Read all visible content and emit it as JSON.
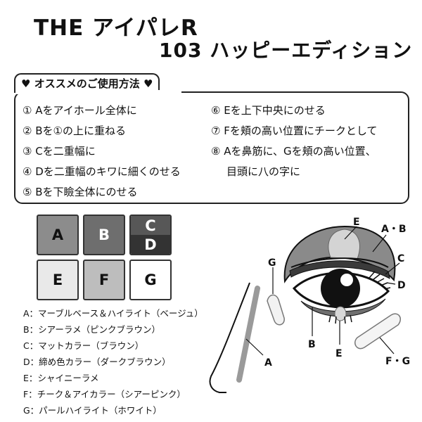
{
  "title": {
    "line1": "THE アイパレR",
    "line2": "103 ハッピーエディション"
  },
  "howto": {
    "heart_glyph": "♥",
    "heading": "オススメのご使用方法",
    "steps": [
      "① Aをアイホール全体に",
      "② Bを①の上に重ねる",
      "③ Cを二重幅に",
      "④ Dを二重幅のキワに細くのせる",
      "⑤ Bを下瞼全体にのせる",
      "⑥ Eを上下中央にのせる",
      "⑦ Fを頬の高い位置にチークとして",
      "⑧ Aを鼻筋に、Gを頬の高い位置、",
      "目頭に八の字に"
    ]
  },
  "palette": {
    "pans": [
      {
        "label": "A",
        "color": "#8c8c8c",
        "text_color": "#111111"
      },
      {
        "label": "B",
        "color": "#6e6e6e",
        "text_color": "#ffffff"
      },
      {
        "label": "C",
        "color": "#575757",
        "text_color": "#ffffff"
      },
      {
        "label": "D",
        "color": "#333333",
        "text_color": "#ffffff"
      },
      {
        "label": "E",
        "color": "#e9e9e9",
        "text_color": "#111111"
      },
      {
        "label": "F",
        "color": "#bdbdbd",
        "text_color": "#111111"
      },
      {
        "label": "G",
        "color": "#ffffff",
        "text_color": "#111111"
      }
    ]
  },
  "legend": [
    "A：マーブルベース＆ハイライト（ベージュ）",
    "B：シアーラメ（ピンクブラウン）",
    "C：マットカラー（ブラウン）",
    "D：締め色カラー（ダークブラウン）",
    "E：シャイニーラメ",
    "F：チーク＆アイカラー（シアーピンク）",
    "G：パールハイライト（ホワイト）"
  ],
  "diagram": {
    "labels": {
      "E_top": "E",
      "AB": "A・B",
      "C": "C",
      "D": "D",
      "G": "G",
      "B": "B",
      "E_bottom": "E",
      "A": "A",
      "FG": "F・G"
    }
  }
}
